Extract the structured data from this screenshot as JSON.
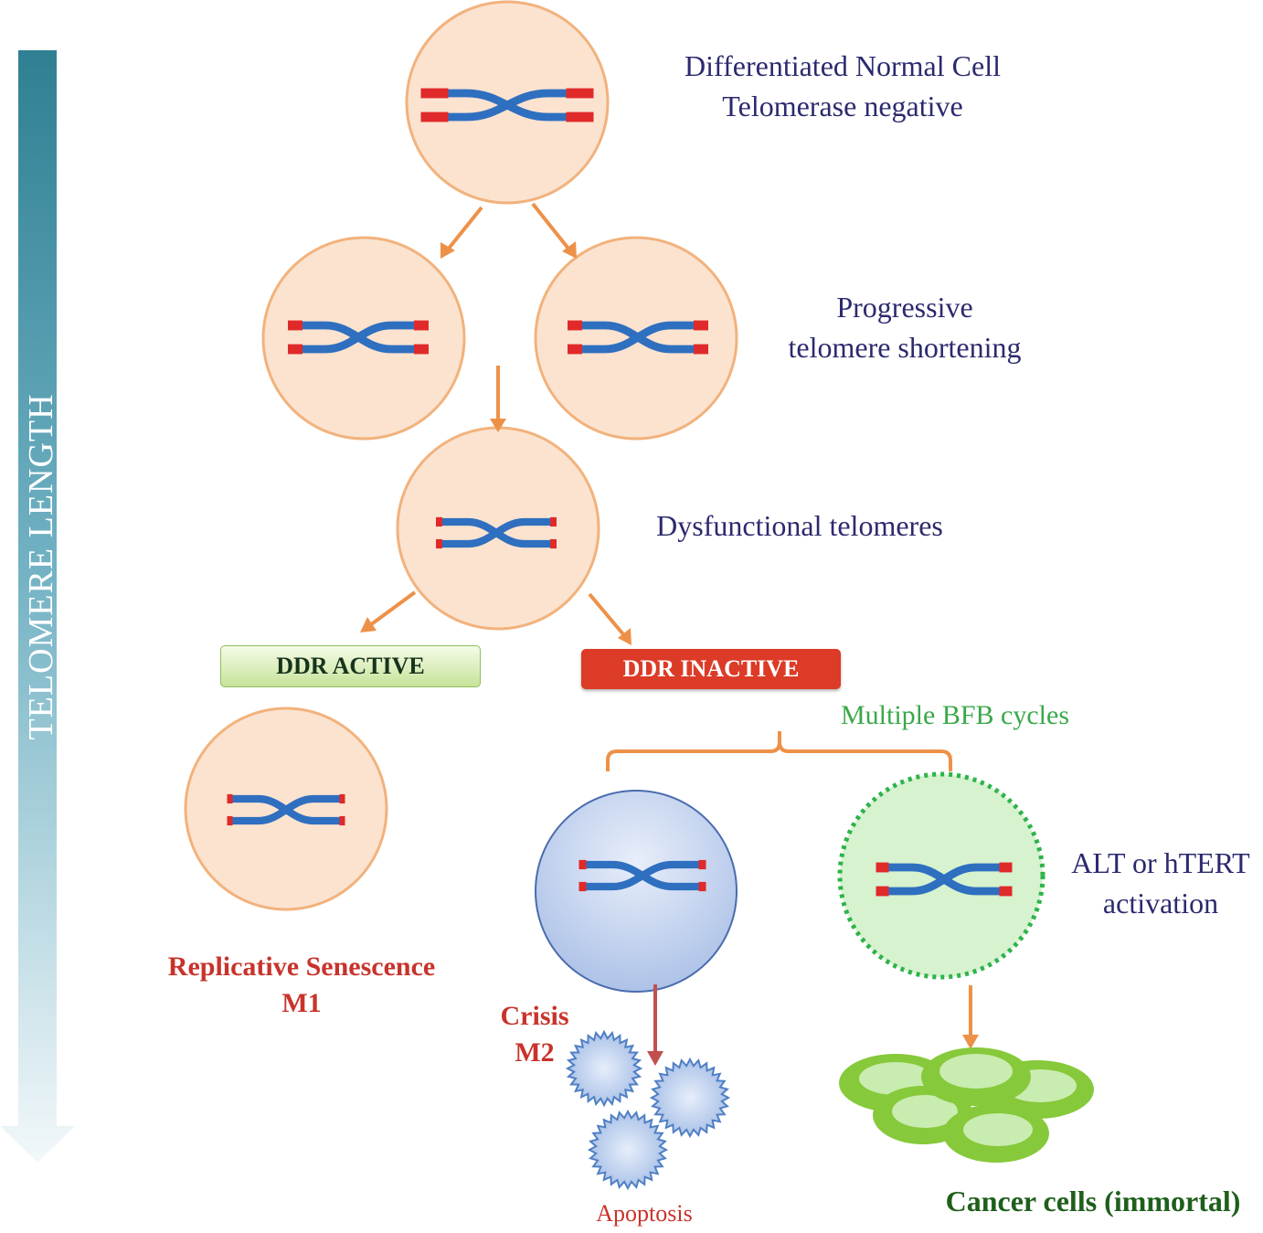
{
  "axis": {
    "label": "TELOMERE    LENGTH"
  },
  "stages": {
    "normal": {
      "line1": "Differentiated Normal Cell",
      "line2": "Telomerase negative"
    },
    "shortening": {
      "line1": "Progressive",
      "line2": "telomere shortening"
    },
    "dysfunctional": {
      "label": "Dysfunctional telomeres"
    }
  },
  "ddr": {
    "active": "DDR ACTIVE",
    "inactive": "DDR  INACTIVE"
  },
  "bfb": {
    "label": "Multiple BFB cycles"
  },
  "outcomes": {
    "senescence": {
      "line1": "Replicative Senescence",
      "line2": "M1"
    },
    "crisis": {
      "line1": "Crisis",
      "line2": "M2"
    },
    "apoptosis": "Apoptosis",
    "activation": {
      "line1": "ALT or hTERT",
      "line2": "activation"
    },
    "cancer": "Cancer cells (immortal)"
  },
  "colors": {
    "cell_fill": "#fbe3d0",
    "cell_stroke": "#f2b27c",
    "chromosome": "#2f6fbf",
    "telomere": "#e02a2a",
    "arrow": "#ee9148",
    "crisis_arrow": "#c0504d",
    "crisis_cell": "#c3d4ee",
    "alt_cell_fill": "#d6f2cf",
    "alt_cell_stroke": "#2db34a",
    "cancer_outer": "#86c93a",
    "cancer_inner": "#c9ecb0"
  }
}
